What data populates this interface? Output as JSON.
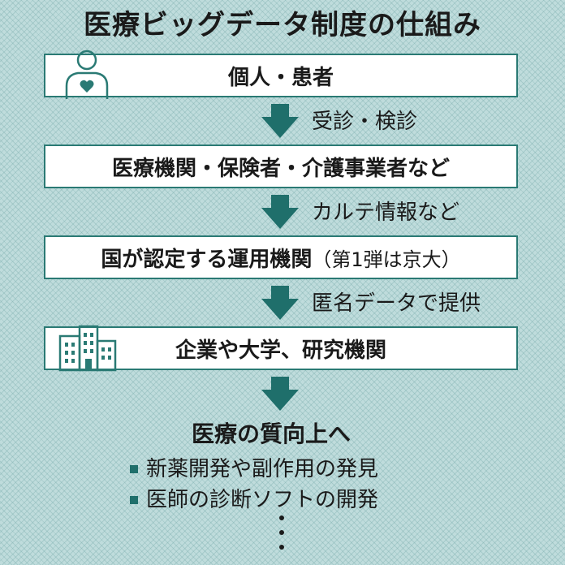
{
  "title": "医療ビッグデータ制度の仕組み",
  "steps": [
    {
      "label": "個人・患者",
      "sub": "",
      "icon": "person-heart-icon"
    },
    {
      "label": "医療機関・保険者・介護事業者など",
      "sub": ""
    },
    {
      "label": "国が認定する運用機関",
      "sub": "（第1弾は京大）"
    },
    {
      "label": "企業や大学、研究機関",
      "sub": "",
      "icon": "building-icon"
    }
  ],
  "arrows": [
    {
      "label": "受診・検診"
    },
    {
      "label": "カルテ情報など"
    },
    {
      "label": "匿名データで提供"
    },
    {
      "label": ""
    }
  ],
  "outcome": {
    "title": "医療の質向上へ",
    "bullets": [
      "新薬開発や副作用の発見",
      "医師の診断ソフトの開発"
    ],
    "more": "⋮"
  },
  "colors": {
    "accent": "#2a7a74",
    "arrow": "#1f6f6b",
    "background": "#bfdcdc"
  }
}
